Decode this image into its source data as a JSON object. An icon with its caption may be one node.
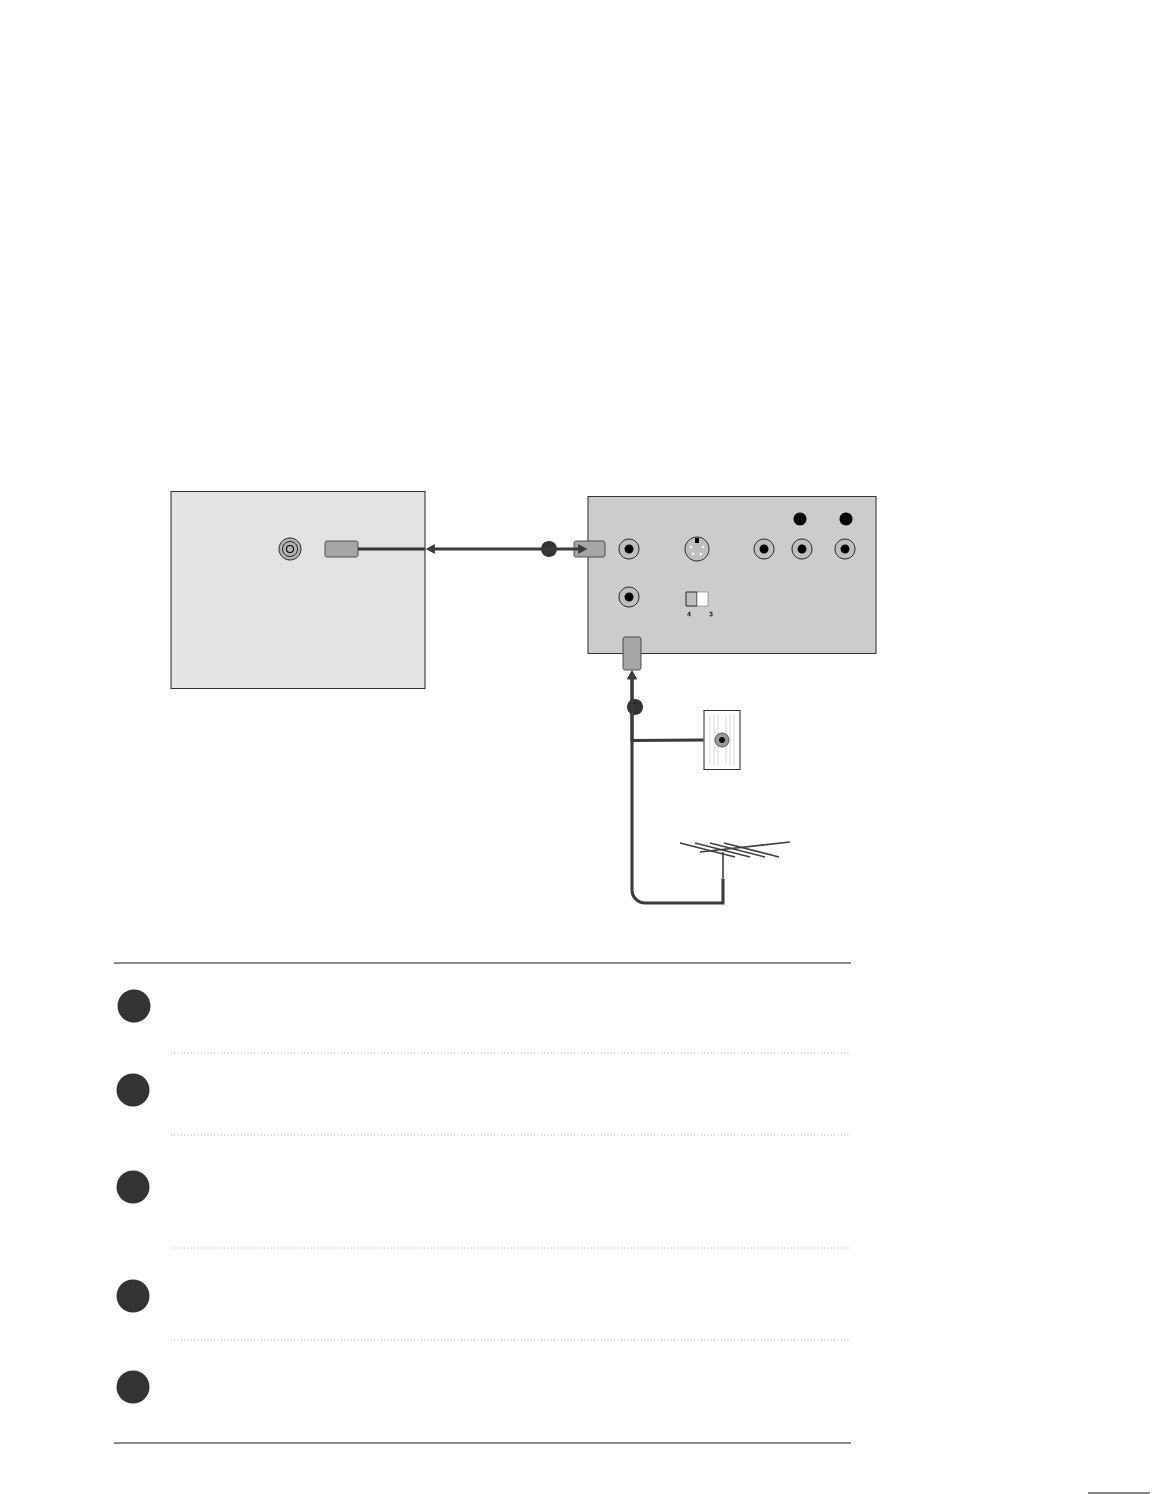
{
  "diagram": {
    "nodes": [
      {
        "text": [],
        "shape": "box"
      },
      {
        "text": [],
        "shape": "box"
      },
      {
        "text": [],
        "shape": "box"
      },
      {
        "text": [],
        "shape": "picture"
      }
    ],
    "edges": [
      {
        "from": 1,
        "to": 0,
        "arrow": "both"
      },
      {
        "from": 2,
        "to": 1,
        "arrow": "to"
      },
      {
        "from": 3,
        "to": 1,
        "arrow": "to"
      }
    ],
    "labels": [
      "4",
      "3"
    ]
  }
}
